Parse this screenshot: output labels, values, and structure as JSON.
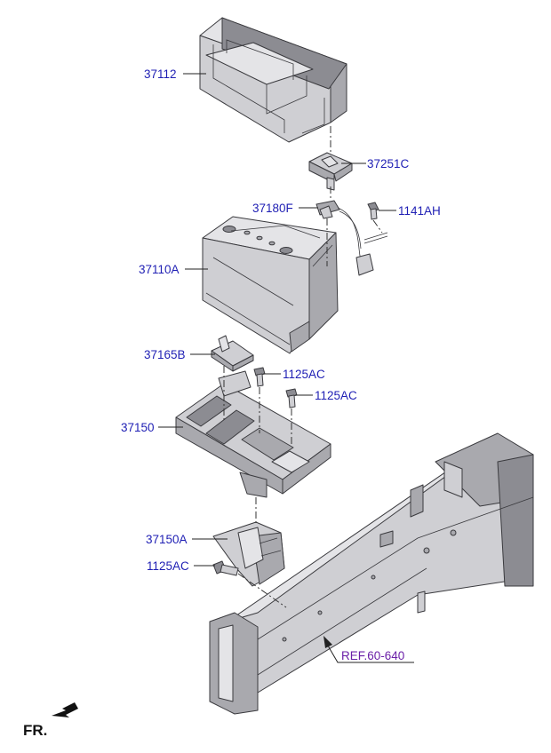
{
  "labels": {
    "p37112": "37112",
    "p37251C": "37251C",
    "p37180F": "37180F",
    "p1141AH": "1141AH",
    "p37110A": "37110A",
    "p37165B": "37165B",
    "p1125AC_a": "1125AC",
    "p1125AC_b": "1125AC",
    "p37150": "37150",
    "p37150A": "37150A",
    "p1125AC_c": "1125AC",
    "ref": "REF.60-640",
    "fr": "FR."
  },
  "colors": {
    "label_text": "#1f1fb4",
    "ref_text": "#6b1fa8",
    "part_fill": "#cfcfd3",
    "outline": "#3a3a3e"
  }
}
